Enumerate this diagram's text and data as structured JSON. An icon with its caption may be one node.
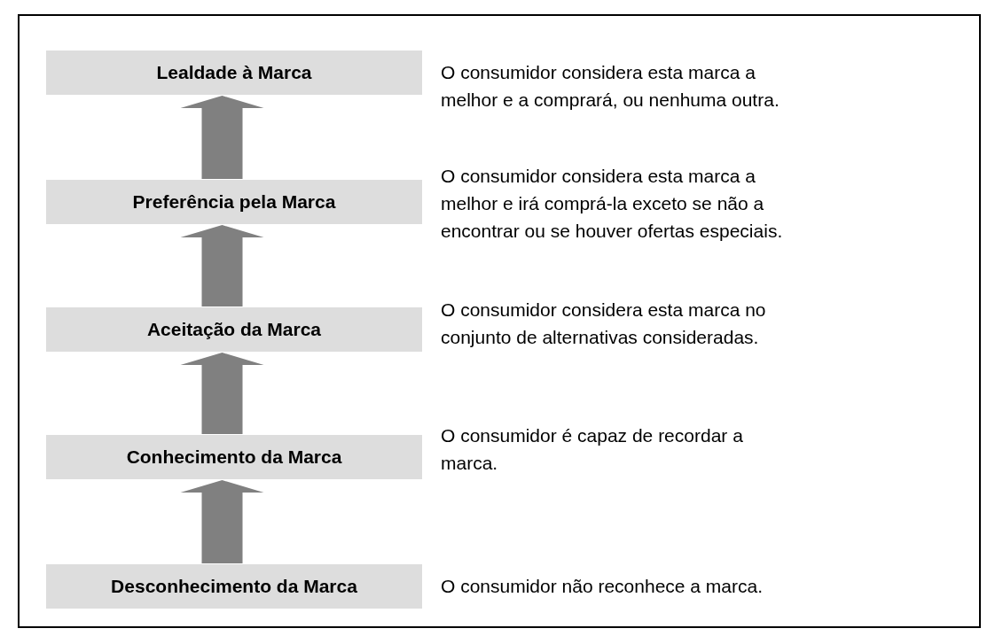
{
  "diagram": {
    "nodes": [
      {
        "text": [
          "Lealdade à Marca"
        ],
        "beside": [
          "O consumidor considera esta marca a melhor e a comprará, ou nenhuma outra."
        ]
      },
      {
        "text": [
          "Preferência pela Marca"
        ],
        "beside": [
          "O consumidor considera esta marca a melhor e irá comprá-la exceto se não a encontrar ou se houver ofertas especiais."
        ]
      },
      {
        "text": [
          "Aceitação da Marca"
        ],
        "beside": [
          "O consumidor considera esta marca no conjunto de alternativas consideradas."
        ]
      },
      {
        "text": [
          "Conhecimento da Marca"
        ],
        "beside": [
          "O consumidor é capaz de recordar a marca."
        ]
      },
      {
        "text": [
          "Desconhecimento da Marca"
        ],
        "beside": [
          "O consumidor não reconhece a marca."
        ]
      }
    ],
    "edges": [
      {
        "from": 1,
        "to": 0,
        "arrow": "to"
      },
      {
        "from": 2,
        "to": 1,
        "arrow": "to"
      },
      {
        "from": 3,
        "to": 2,
        "arrow": "to"
      },
      {
        "from": 4,
        "to": 3,
        "arrow": "to"
      }
    ]
  }
}
